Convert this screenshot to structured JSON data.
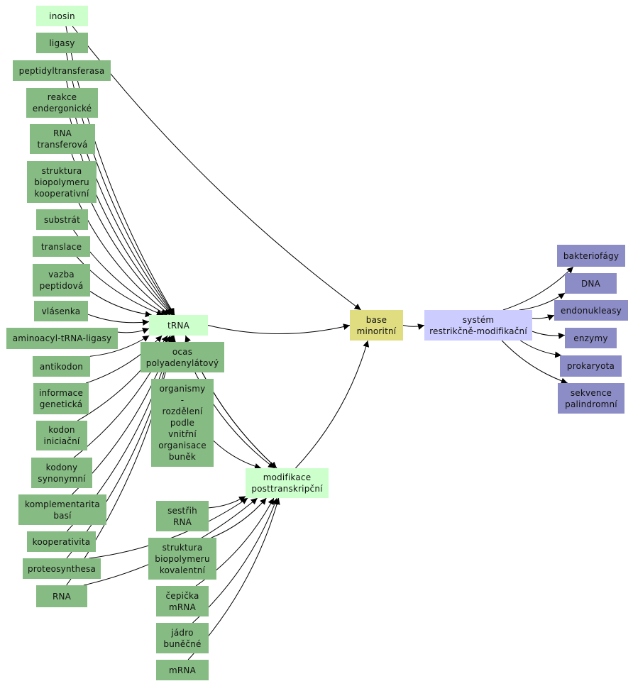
{
  "colors": {
    "concept": "#86bb83",
    "highlight": "#ccffcc",
    "base": "#e0dd80",
    "system": "#ccccff",
    "terms": "#8c8cc6",
    "edge": "#000000"
  },
  "nodes": {
    "inosin": {
      "label": "inosin",
      "kind": "highlight"
    },
    "ligasy": {
      "label": "ligasy",
      "kind": "concept"
    },
    "peptidyltransferasa": {
      "label": "peptidyltransferasa",
      "kind": "concept"
    },
    "reakce_endergonicke": {
      "label": "reakce\nendergonické",
      "kind": "concept"
    },
    "rna_transferova": {
      "label": "RNA\ntransferová",
      "kind": "concept"
    },
    "struktura_kooperativni": {
      "label": "struktura\nbiopolymeru\nkooperativní",
      "kind": "concept"
    },
    "substrat": {
      "label": "substrát",
      "kind": "concept"
    },
    "translace": {
      "label": "translace",
      "kind": "concept"
    },
    "vazba_peptidova": {
      "label": "vazba\npeptidová",
      "kind": "concept"
    },
    "vlasenka": {
      "label": "vlásenka",
      "kind": "concept"
    },
    "aminoacyl": {
      "label": "aminoacyl-tRNA-ligasy",
      "kind": "concept"
    },
    "antikodon": {
      "label": "antikodon",
      "kind": "concept"
    },
    "informace_geneticka": {
      "label": "informace\ngenetická",
      "kind": "concept"
    },
    "kodon_iniciacni": {
      "label": "kodon\niniciační",
      "kind": "concept"
    },
    "kodony_synonymni": {
      "label": "kodony\nsynonymní",
      "kind": "concept"
    },
    "komplementarita": {
      "label": "komplementarita\nbasí",
      "kind": "concept"
    },
    "kooperativita": {
      "label": "kooperativita",
      "kind": "concept"
    },
    "proteosynthesa": {
      "label": "proteosynthesa",
      "kind": "concept"
    },
    "rna": {
      "label": "RNA",
      "kind": "concept"
    },
    "trna": {
      "label": "tRNA",
      "kind": "highlight"
    },
    "ocas": {
      "label": "ocas\npolyadenylátový",
      "kind": "concept"
    },
    "organismy": {
      "label": "organismy\n-\nrozdělení\npodle\nvnitřní\norganisace\nbuněk",
      "kind": "concept"
    },
    "modifikace": {
      "label": "modifikace\nposttranskripční",
      "kind": "highlight"
    },
    "sestrih": {
      "label": "sestřih\nRNA",
      "kind": "concept"
    },
    "struktura_kovalentni": {
      "label": "struktura\nbiopolymeru\nkovalentní",
      "kind": "concept"
    },
    "cepicka": {
      "label": "čepička\nmRNA",
      "kind": "concept"
    },
    "jadro": {
      "label": "jádro\nbuněčné",
      "kind": "concept"
    },
    "mrna": {
      "label": "mRNA",
      "kind": "concept"
    },
    "base_minoritni": {
      "label": "base\nminoritní",
      "kind": "base"
    },
    "system_rm": {
      "label": "systém\nrestrikčně-modifikační",
      "kind": "system"
    },
    "bakteriofagy": {
      "label": "bakteriofágy",
      "kind": "terms"
    },
    "dna": {
      "label": "DNA",
      "kind": "terms"
    },
    "endonukleasy": {
      "label": "endonukleasy",
      "kind": "terms"
    },
    "enzymy": {
      "label": "enzymy",
      "kind": "terms"
    },
    "prokaryota": {
      "label": "prokaryota",
      "kind": "terms"
    },
    "sekvence": {
      "label": "sekvence\npalindromní",
      "kind": "terms"
    }
  },
  "edges": [
    [
      "inosin",
      "trna"
    ],
    [
      "inosin",
      "base_minoritni"
    ],
    [
      "ligasy",
      "trna"
    ],
    [
      "peptidyltransferasa",
      "trna"
    ],
    [
      "reakce_endergonicke",
      "trna"
    ],
    [
      "rna_transferova",
      "trna"
    ],
    [
      "struktura_kooperativni",
      "trna"
    ],
    [
      "substrat",
      "trna"
    ],
    [
      "translace",
      "trna"
    ],
    [
      "vazba_peptidova",
      "trna"
    ],
    [
      "vlasenka",
      "trna"
    ],
    [
      "aminoacyl",
      "trna"
    ],
    [
      "antikodon",
      "trna"
    ],
    [
      "informace_geneticka",
      "trna"
    ],
    [
      "kodon_iniciacni",
      "trna"
    ],
    [
      "kodony_synonymni",
      "trna"
    ],
    [
      "komplementarita",
      "trna"
    ],
    [
      "kooperativita",
      "trna"
    ],
    [
      "proteosynthesa",
      "trna"
    ],
    [
      "rna",
      "trna"
    ],
    [
      "proteosynthesa",
      "modifikace"
    ],
    [
      "rna",
      "modifikace"
    ],
    [
      "trna",
      "base_minoritni"
    ],
    [
      "trna",
      "modifikace"
    ],
    [
      "modifikace",
      "trna"
    ],
    [
      "ocas",
      "modifikace"
    ],
    [
      "organismy",
      "modifikace"
    ],
    [
      "sestrih",
      "modifikace"
    ],
    [
      "struktura_kovalentni",
      "modifikace"
    ],
    [
      "cepicka",
      "modifikace"
    ],
    [
      "jadro",
      "modifikace"
    ],
    [
      "mrna",
      "modifikace"
    ],
    [
      "modifikace",
      "base_minoritni"
    ],
    [
      "base_minoritni",
      "system_rm"
    ],
    [
      "system_rm",
      "bakteriofagy"
    ],
    [
      "system_rm",
      "dna"
    ],
    [
      "system_rm",
      "endonukleasy"
    ],
    [
      "system_rm",
      "enzymy"
    ],
    [
      "system_rm",
      "prokaryota"
    ],
    [
      "system_rm",
      "sekvence"
    ]
  ]
}
